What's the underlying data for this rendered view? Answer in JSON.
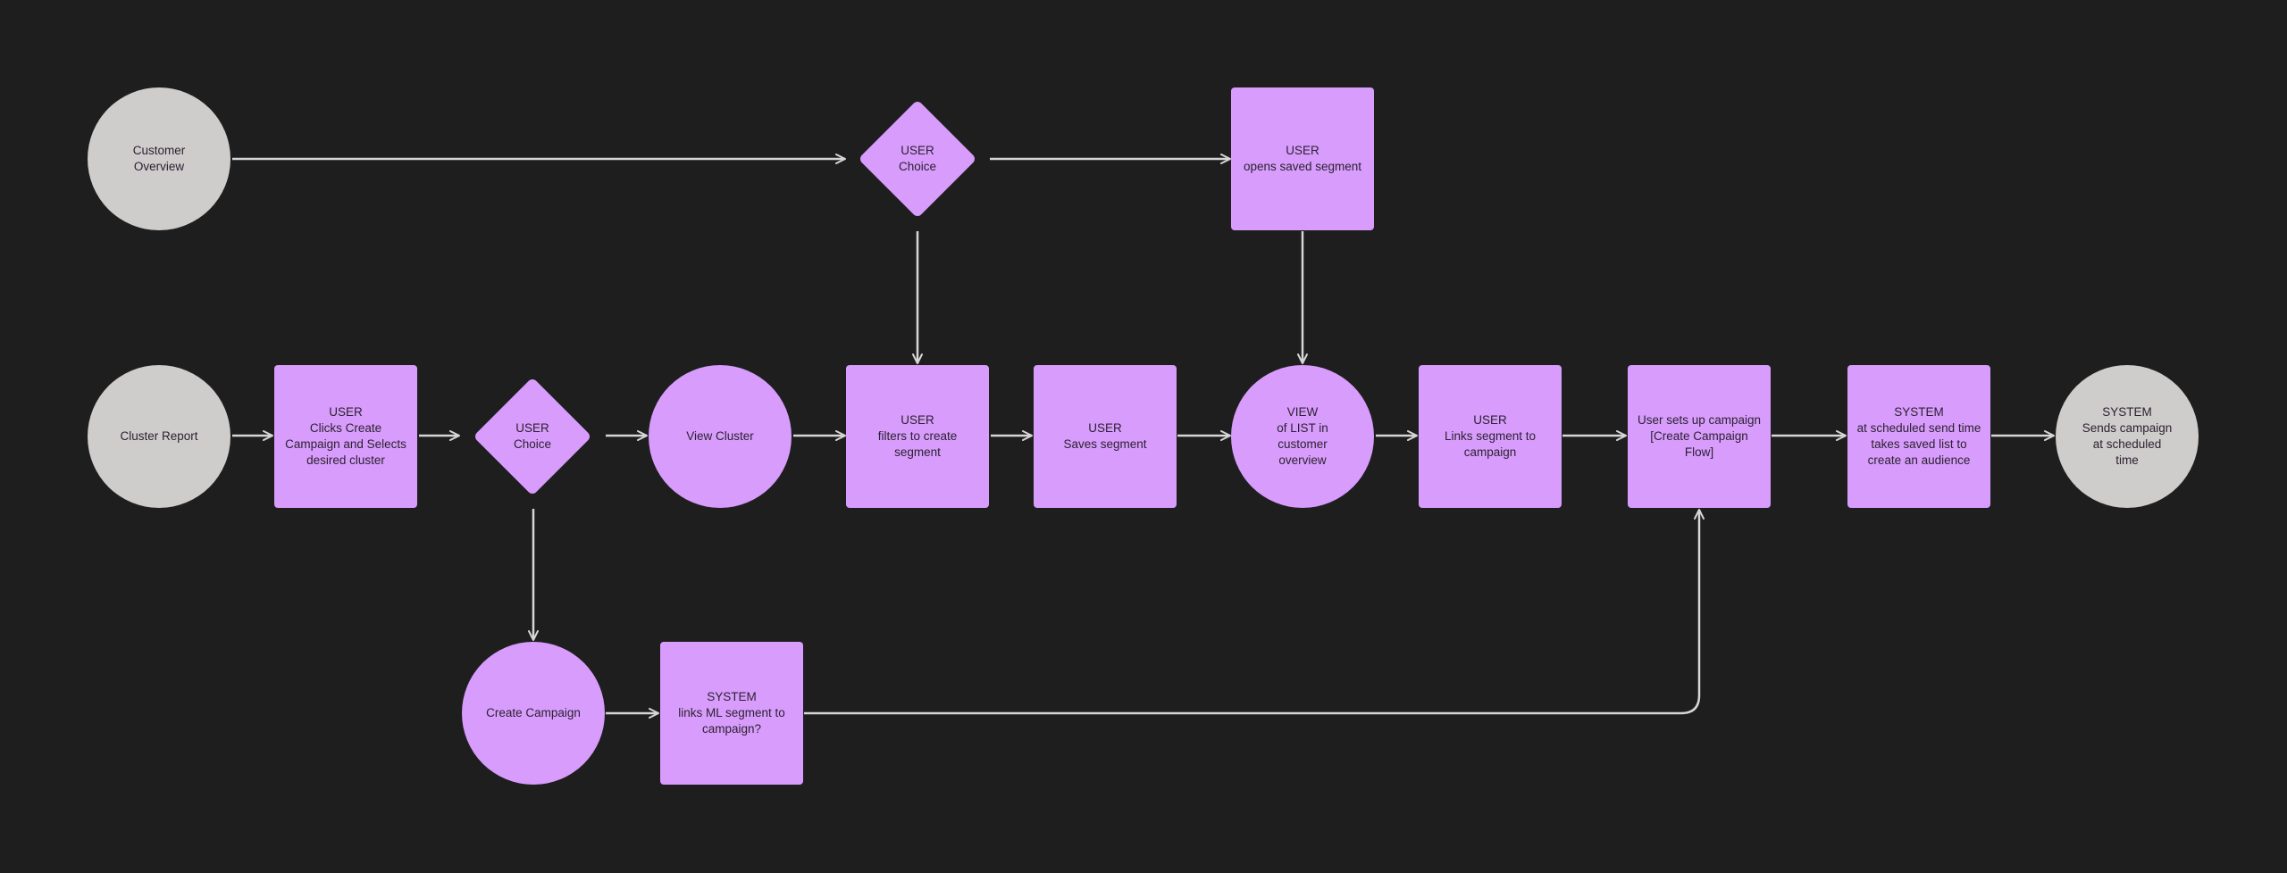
{
  "nodes": {
    "customer_overview": "Customer\nOverview",
    "user_choice_top": "USER\nChoice",
    "user_opens_saved_segment": "USER\nopens saved segment",
    "cluster_report": "Cluster Report",
    "user_clicks_create_campaign": "USER\nClicks Create\nCampaign and Selects\ndesired cluster",
    "user_choice_mid": "USER\nChoice",
    "view_cluster": "View Cluster",
    "user_filters_segment": "USER\nfilters to create\nsegment",
    "user_saves_segment": "USER\nSaves segment",
    "view_list": "VIEW\nof LIST in\ncustomer\noverview",
    "user_links_segment": "USER\nLinks segment to\ncampaign",
    "user_sets_up_campaign": "User sets up campaign\n[Create Campaign\nFlow]",
    "system_takes_saved_list": "SYSTEM\nat scheduled send time\ntakes saved list to\ncreate an audience",
    "system_sends_campaign": "SYSTEM\nSends campaign\nat scheduled\ntime",
    "create_campaign": "Create Campaign",
    "system_links_ml_segment": "SYSTEM\nlinks ML segment to\ncampaign?"
  },
  "colors": {
    "background": "#1e1e1e",
    "node_purple": "#d89cfc",
    "node_grey": "#cfcccc",
    "connector": "#d6d6d6"
  }
}
